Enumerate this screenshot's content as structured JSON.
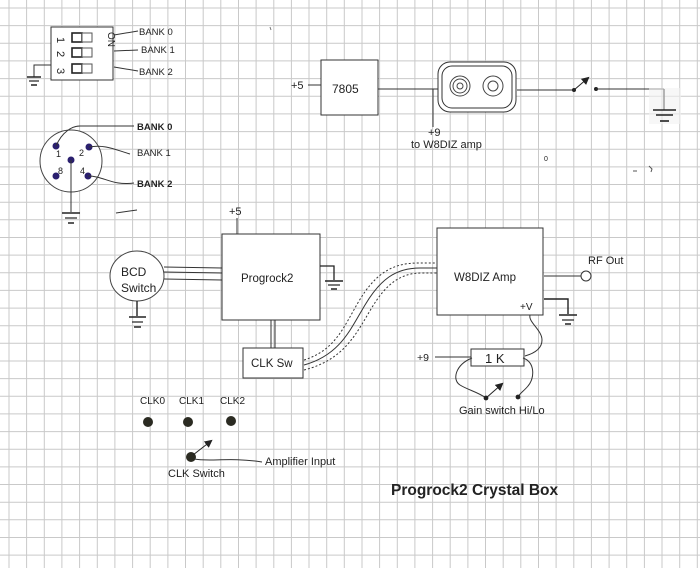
{
  "title": "Progrock2 Crystal Box",
  "dip_switch": {
    "on_label": "ON",
    "positions": [
      "1",
      "2",
      "3"
    ],
    "outputs": [
      "BANK 0",
      "BANK 1",
      "BANK 2"
    ]
  },
  "bcd_connector": {
    "pins": [
      "1",
      "2",
      "8",
      "4"
    ],
    "outputs": [
      "BANK 0",
      "BANK 1",
      "BANK 2"
    ]
  },
  "regulator": {
    "input_label": "+5",
    "part": "7805",
    "output_label": "+9",
    "output_note": "to W8DIZ amp"
  },
  "bcd_switch": {
    "line1": "BCD",
    "line2": "Switch"
  },
  "progrock": {
    "label": "Progrock2",
    "supply_label": "+5"
  },
  "clk_sw": {
    "label": "CLK Sw"
  },
  "amp": {
    "label": "W8DIZ Amp",
    "vplus_label": "+V",
    "rf_out_label": "RF Out"
  },
  "gain": {
    "supply_label": "+9",
    "resistor_label": "1 K",
    "switch_label": "Gain switch Hi/Lo"
  },
  "clk_switch": {
    "positions": [
      "CLK0",
      "CLK1",
      "CLK2"
    ],
    "label": "CLK Switch",
    "output_label": "Amplifier Input"
  },
  "stray_marks": {
    "zero": "0"
  },
  "colors": {
    "grid": "#c9c9c9",
    "line": "#333333",
    "pin": "#2a1f6e",
    "dot": "#2b2b22",
    "ground_bg": "#eeeeee"
  }
}
